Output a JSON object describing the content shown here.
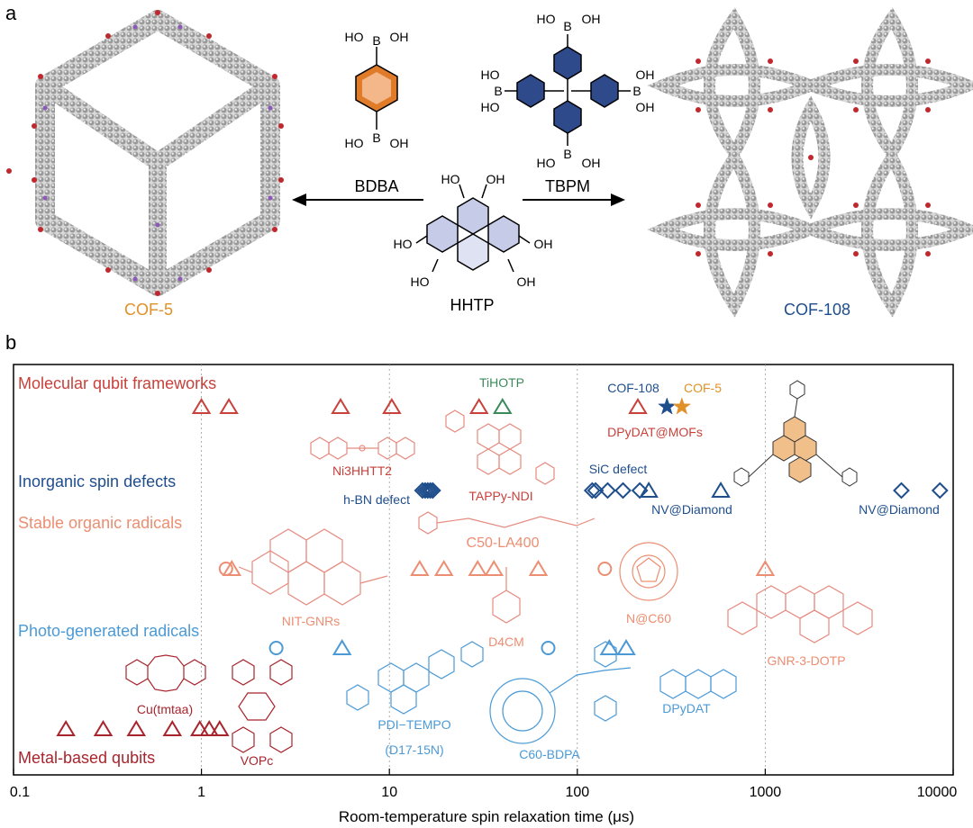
{
  "panel_a": {
    "letter": "a",
    "left_framework": "COF-5",
    "right_framework": "COF-108",
    "linker_left": "BDBA",
    "linker_right": "TBPM",
    "node": "HHTP",
    "oh_label": "OH",
    "ho_label": "HO",
    "b_label": "B",
    "colors": {
      "cof5": "#e0912a",
      "cof108": "#1f4e8c",
      "bdba_ring": "#e07b2a",
      "tbpm_ring": "#2f4a8a",
      "hhtp_ring": "#4b5aa8"
    }
  },
  "panel_b": {
    "letter": "b"
  },
  "chart_data": {
    "type": "scatter",
    "xlabel": "Room-temperature spin relaxation time (μs)",
    "x_scale": "log",
    "xlim": [
      0.1,
      10000
    ],
    "x_ticks": [
      "0.1",
      "1",
      "10",
      "100",
      "1000",
      "10000"
    ],
    "grid": "vertical dotted at decades",
    "categories": [
      {
        "name": "Molecular qubit frameworks",
        "color": "#c8413b"
      },
      {
        "name": "Inorganic spin defects",
        "color": "#1f4e8c"
      },
      {
        "name": "Stable organic radicals",
        "color": "#ec8e72"
      },
      {
        "name": "Photo-generated radicals",
        "color": "#4b9ad6"
      },
      {
        "name": "Metal-based qubits",
        "color": "#a8252d"
      }
    ],
    "series": [
      {
        "category": "Molecular qubit frameworks",
        "marker": "triangle",
        "color": "#c8413b",
        "x": [
          1.0,
          1.4,
          5.5,
          10.3,
          30,
          210
        ]
      },
      {
        "category": "Molecular qubit frameworks",
        "label": "TiHOTP",
        "marker": "triangle",
        "color": "#3b8a5a",
        "x": [
          40
        ]
      },
      {
        "category": "Molecular qubit frameworks",
        "label": "COF-108",
        "marker": "star",
        "color": "#1f4e8c",
        "x": [
          300
        ]
      },
      {
        "category": "Molecular qubit frameworks",
        "label": "COF-5",
        "marker": "star",
        "color": "#e0912a",
        "x": [
          360
        ]
      },
      {
        "category": "Inorganic spin defects",
        "label": "h-BN defect",
        "marker": "diamond",
        "color": "#1f4e8c",
        "x": [
          15,
          16,
          17,
          15.5,
          16.5
        ]
      },
      {
        "category": "Inorganic spin defects",
        "label": "SiC defect",
        "marker": "diamond",
        "color": "#1f4e8c",
        "x": [
          120,
          125,
          145,
          175,
          215
        ]
      },
      {
        "category": "Inorganic spin defects",
        "label": "NV@Diamond",
        "marker": "triangle",
        "color": "#1f4e8c",
        "x": [
          240,
          580
        ]
      },
      {
        "category": "Inorganic spin defects",
        "label": "NV@Diamond",
        "marker": "diamond",
        "color": "#1f4e8c",
        "x": [
          5300,
          8500
        ]
      },
      {
        "category": "Stable organic radicals",
        "marker": "triangle",
        "color": "#ec8e72",
        "x": [
          1.45,
          14.5,
          19.5,
          29.5,
          36,
          62,
          1000
        ]
      },
      {
        "category": "Stable organic radicals",
        "marker": "circle",
        "color": "#ec8e72",
        "x": [
          1.35,
          140
        ]
      },
      {
        "category": "Photo-generated radicals",
        "marker": "circle",
        "color": "#4b9ad6",
        "x": [
          2.5,
          70
        ]
      },
      {
        "category": "Photo-generated radicals",
        "marker": "triangle",
        "color": "#4b9ad6",
        "x": [
          5.6,
          148,
          182
        ]
      },
      {
        "category": "Metal-based qubits",
        "marker": "triangle",
        "color": "#a8252d",
        "x": [
          0.19,
          0.3,
          0.45,
          0.7,
          0.98,
          1.1,
          1.25
        ]
      }
    ],
    "annotations": [
      {
        "text": "Ni3HHTT2",
        "color": "#c8413b"
      },
      {
        "text": "TAPPy-NDI",
        "color": "#c8413b"
      },
      {
        "text": "DPyDAT@MOFs",
        "color": "#c8413b"
      },
      {
        "text": "C50-LA400",
        "color": "#ec8e72"
      },
      {
        "text": "NIT-GNRs",
        "color": "#ec8e72"
      },
      {
        "text": "D4CM",
        "color": "#ec8e72"
      },
      {
        "text": "N@C60",
        "color": "#ec8e72"
      },
      {
        "text": "GNR-3-DOTP",
        "color": "#ec8e72"
      },
      {
        "text": "PDI−TEMPO",
        "color": "#4b9ad6"
      },
      {
        "text": "(D17-15N)",
        "color": "#4b9ad6"
      },
      {
        "text": "C60-BDPA",
        "color": "#4b9ad6"
      },
      {
        "text": "DPyDAT",
        "color": "#4b9ad6"
      },
      {
        "text": "Cu(tmtaa)",
        "color": "#a8252d"
      },
      {
        "text": "VOPc",
        "color": "#a8252d"
      }
    ]
  }
}
